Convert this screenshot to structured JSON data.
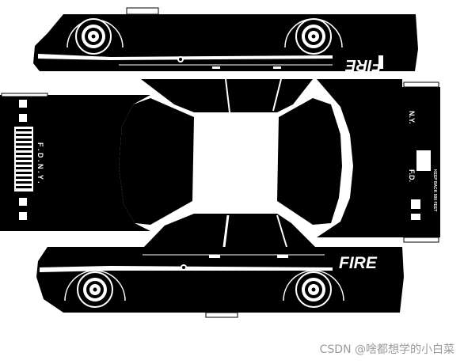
{
  "papercraft": {
    "upper_side": {
      "fire_text": "FIRE"
    },
    "lower_side": {
      "fire_text": "FIRE"
    },
    "front_panel": {
      "agency_text": "F . D . N . Y ."
    },
    "rear_panel": {
      "agency_left": "F.D.",
      "agency_right": "N.Y.",
      "bumper_text": "KEEP BACK 500 FEET"
    }
  },
  "watermark": {
    "text": "CSDN @啥都想学的小白菜"
  },
  "colors": {
    "body": "#000000",
    "paper": "#ffffff",
    "watermark": "#9a9a9a"
  }
}
